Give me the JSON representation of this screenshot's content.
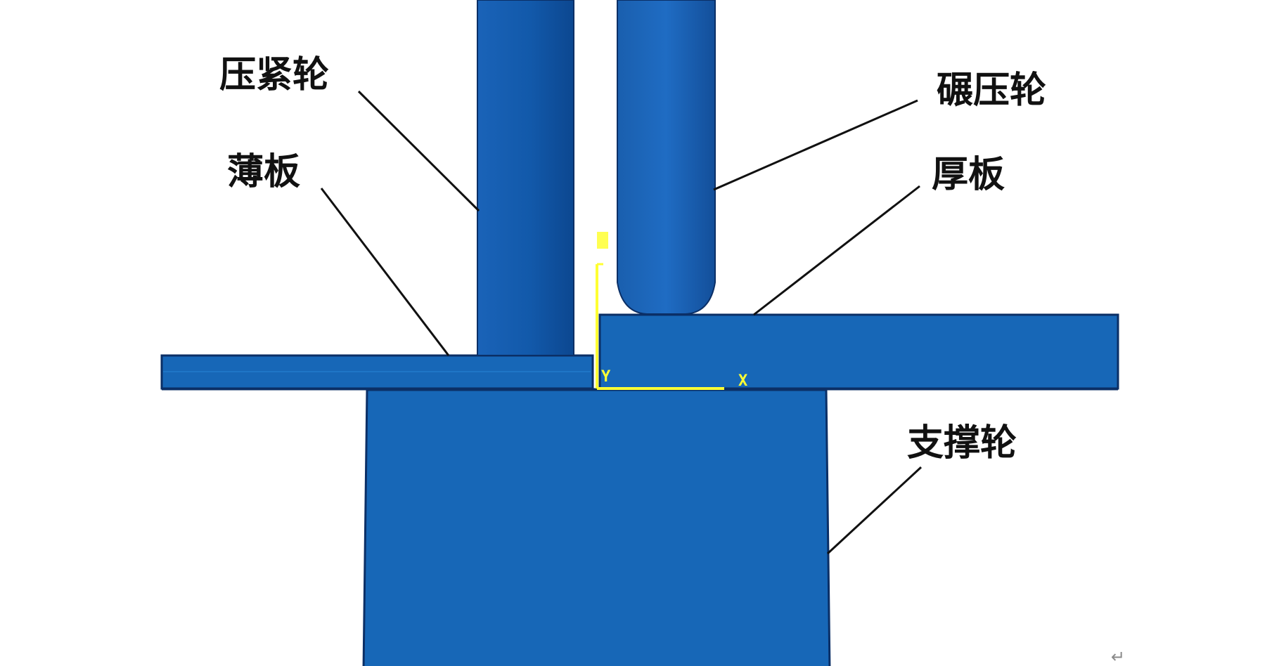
{
  "labels": {
    "press_wheel": "压紧轮",
    "thin_plate": "薄板",
    "roller_wheel": "碾压轮",
    "thick_plate": "厚板",
    "support_wheel": "支撑轮"
  },
  "axes": {
    "x": "X",
    "y": "Y"
  },
  "return_mark": "↵",
  "colors": {
    "body_blue": "#1565b5",
    "edge_dark": "#0b2f66",
    "axis_yellow": "#ffff33",
    "leader_line": "#111111"
  }
}
